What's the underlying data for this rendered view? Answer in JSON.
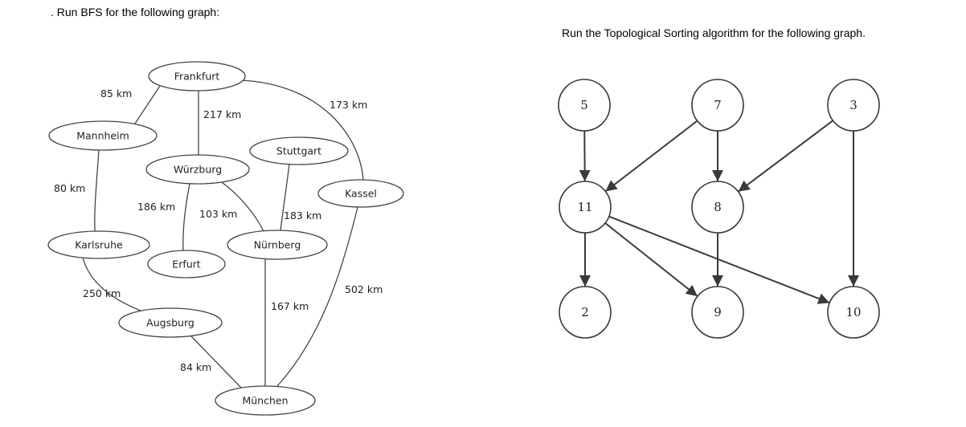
{
  "bfs": {
    "heading": ". Run BFS for the following graph:",
    "nodes": [
      {
        "id": "frankfurt",
        "label": "Frankfurt"
      },
      {
        "id": "mannheim",
        "label": "Mannheim"
      },
      {
        "id": "wurzburg",
        "label": "Würzburg"
      },
      {
        "id": "stuttgart",
        "label": "Stuttgart"
      },
      {
        "id": "kassel",
        "label": "Kassel"
      },
      {
        "id": "karlsruhe",
        "label": "Karlsruhe"
      },
      {
        "id": "erfurt",
        "label": "Erfurt"
      },
      {
        "id": "nurnberg",
        "label": "Nürnberg"
      },
      {
        "id": "augsburg",
        "label": "Augsburg"
      },
      {
        "id": "munchen",
        "label": "München"
      }
    ],
    "edges": [
      {
        "from": "frankfurt",
        "to": "mannheim",
        "label": "85 km"
      },
      {
        "from": "frankfurt",
        "to": "wurzburg",
        "label": "217 km"
      },
      {
        "from": "frankfurt",
        "to": "kassel",
        "label": "173 km"
      },
      {
        "from": "mannheim",
        "to": "karlsruhe",
        "label": "80 km"
      },
      {
        "from": "wurzburg",
        "to": "erfurt",
        "label": "186 km"
      },
      {
        "from": "wurzburg",
        "to": "nurnberg",
        "label": "103 km"
      },
      {
        "from": "stuttgart",
        "to": "nurnberg",
        "label": "183 km"
      },
      {
        "from": "karlsruhe",
        "to": "augsburg",
        "label": "250 km"
      },
      {
        "from": "nurnberg",
        "to": "munchen",
        "label": "167 km"
      },
      {
        "from": "kassel",
        "to": "munchen",
        "label": "502 km"
      },
      {
        "from": "augsburg",
        "to": "munchen",
        "label": "84 km"
      }
    ]
  },
  "topo": {
    "heading": "Run the Topological Sorting algorithm for the following graph.",
    "nodes": [
      {
        "id": "5",
        "label": "5"
      },
      {
        "id": "7",
        "label": "7"
      },
      {
        "id": "3",
        "label": "3"
      },
      {
        "id": "11",
        "label": "11"
      },
      {
        "id": "8",
        "label": "8"
      },
      {
        "id": "2",
        "label": "2"
      },
      {
        "id": "9",
        "label": "9"
      },
      {
        "id": "10",
        "label": "10"
      }
    ],
    "edges": [
      {
        "from": "5",
        "to": "11"
      },
      {
        "from": "7",
        "to": "11"
      },
      {
        "from": "7",
        "to": "8"
      },
      {
        "from": "3",
        "to": "8"
      },
      {
        "from": "3",
        "to": "10"
      },
      {
        "from": "11",
        "to": "2"
      },
      {
        "from": "11",
        "to": "9"
      },
      {
        "from": "11",
        "to": "10"
      },
      {
        "from": "8",
        "to": "9"
      }
    ]
  }
}
